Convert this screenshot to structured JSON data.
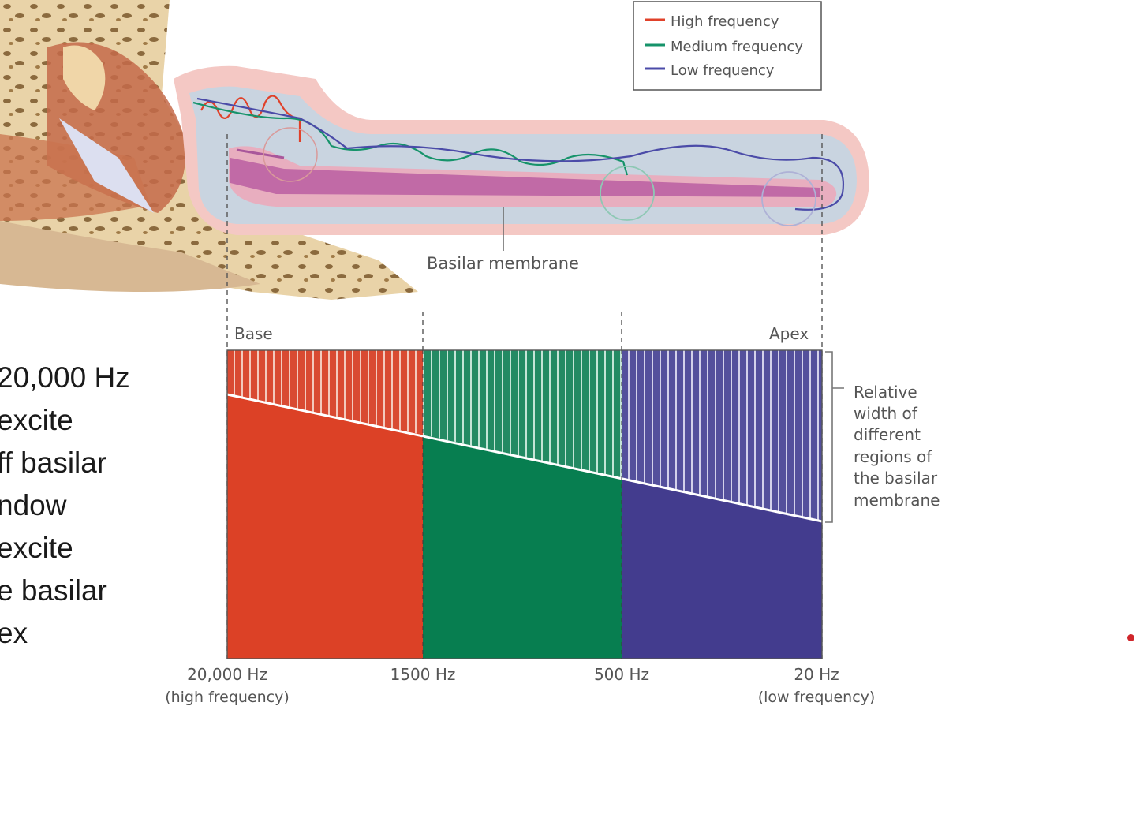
{
  "legend": {
    "items": [
      {
        "label": "High frequency",
        "color": "#e0412a"
      },
      {
        "label": "Medium frequency",
        "color": "#16936a"
      },
      {
        "label": "Low frequency",
        "color": "#4b4ba8"
      }
    ]
  },
  "labels": {
    "basilar_membrane": "Basilar membrane",
    "base": "Base",
    "apex": "Apex",
    "relative_width": [
      "Relative",
      "width of",
      "different",
      "regions of",
      "the basilar",
      "membrane"
    ]
  },
  "axis": {
    "ticks": [
      {
        "value": "20,000 Hz",
        "sub": "(high frequency)"
      },
      {
        "value": "1500 Hz",
        "sub": ""
      },
      {
        "value": "500 Hz",
        "sub": ""
      },
      {
        "value": "20 Hz",
        "sub": "(low frequency)"
      }
    ]
  },
  "regions": [
    {
      "name": "high",
      "color": "#dc4126"
    },
    {
      "name": "medium",
      "color": "#077e50"
    },
    {
      "name": "low",
      "color": "#433c8e"
    }
  ],
  "side_text": [
    "20,000 Hz",
    "excite",
    "ff basilar",
    "ndow",
    "excite",
    "e basilar",
    "ex"
  ]
}
